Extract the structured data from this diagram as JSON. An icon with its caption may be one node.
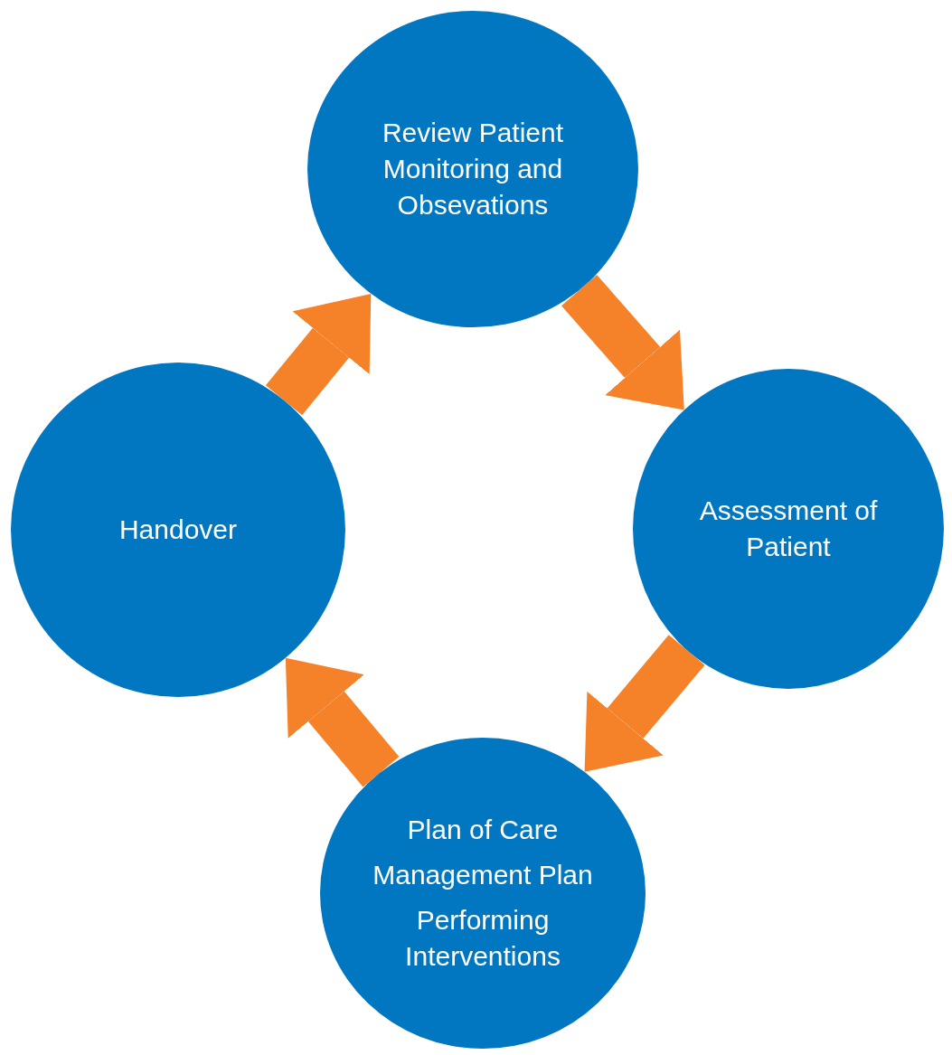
{
  "diagram": {
    "nodes": [
      {
        "text": [
          "Review Patient Monitoring and Obsevations"
        ]
      },
      {
        "text": [
          "Assessment of Patient"
        ]
      },
      {
        "text": [
          "Plan of Care",
          "Management Plan",
          "Performing Interventions"
        ]
      },
      {
        "text": [
          "Handover"
        ]
      }
    ],
    "edges": [
      {
        "from": 0,
        "to": 1,
        "arrow": "to"
      },
      {
        "from": 1,
        "to": 2,
        "arrow": "to"
      },
      {
        "from": 2,
        "to": 3,
        "arrow": "to"
      },
      {
        "from": 3,
        "to": 0,
        "arrow": "to"
      }
    ]
  }
}
